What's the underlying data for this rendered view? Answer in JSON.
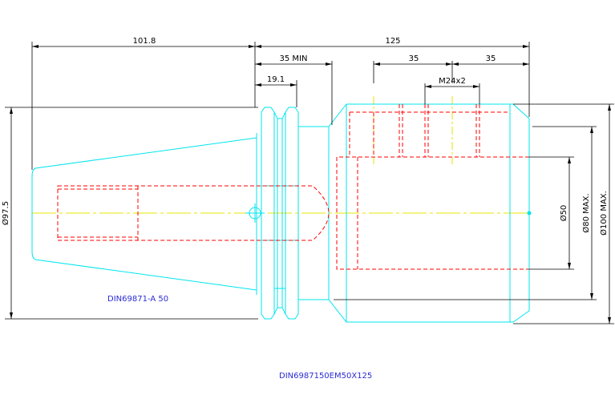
{
  "drawing": {
    "colors": {
      "outline": "#00e5ee",
      "hidden": "#ff0000",
      "center": "#e6e600",
      "dimension": "#000000",
      "note": "#2b2bd6",
      "background": "#ffffff"
    },
    "dimensions": {
      "overall_left": "101.8",
      "overall_right": "125",
      "min_depth": "35 MIN",
      "flange": "19.1",
      "pitch_a": "35",
      "pitch_b": "35",
      "thread": "M24x2",
      "dia_shank": "Ø97.5",
      "dia_bore": "Ø50",
      "dia_body": "Ø80 MAX.",
      "dia_max": "Ø100 MAX."
    },
    "notes": {
      "taper_standard": "DIN69871-A 50",
      "part_number": "DIN6987150EM50X125"
    }
  }
}
